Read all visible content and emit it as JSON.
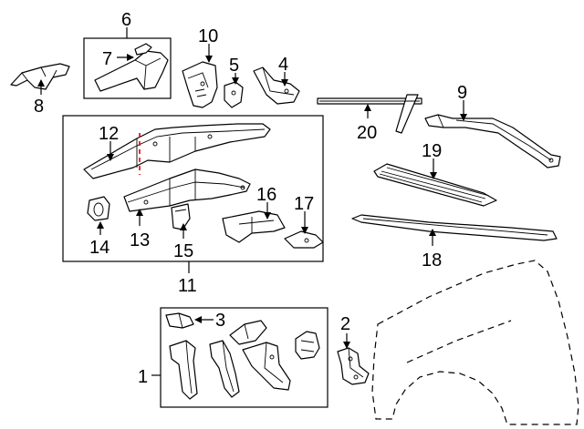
{
  "callouts": {
    "c1": "1",
    "c2": "2",
    "c3": "3",
    "c4": "4",
    "c5": "5",
    "c6": "6",
    "c7": "7",
    "c8": "8",
    "c9": "9",
    "c10": "10",
    "c11": "11",
    "c12": "12",
    "c13": "13",
    "c14": "14",
    "c15": "15",
    "c16": "16",
    "c17": "17",
    "c18": "18",
    "c19": "19",
    "c20": "20"
  },
  "colors": {
    "line": "#000000",
    "background": "#ffffff",
    "cut_line": "#e00000"
  }
}
